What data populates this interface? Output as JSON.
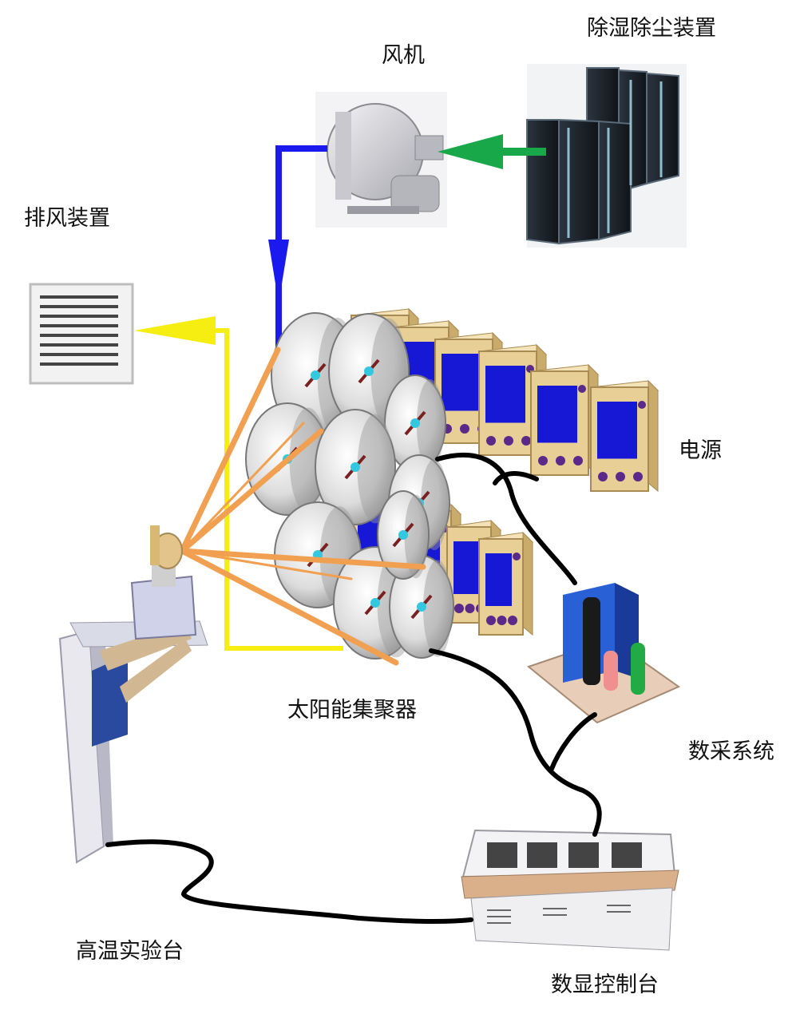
{
  "labels": {
    "dehumidifier": "除湿除尘装置",
    "fan": "风机",
    "exhaust": "排风装置",
    "power": "电源",
    "concentrator": "太阳能集聚器",
    "daq": "数采系统",
    "test_bench": "高温实验台",
    "console": "数显控制台"
  },
  "colors": {
    "supply_duct": "#1a1aee",
    "intake_duct": "#18a84a",
    "exhaust_duct": "#f5ee10",
    "light_beam": "#f0a050",
    "cable": "#000000",
    "power_cabinet": "#e8cf95",
    "cabinet_panel": "#1717d6",
    "dish": "#d9d9d9",
    "console_top": "#d9b08a"
  },
  "icons": [
    "fan-icon",
    "filter-unit-icon",
    "louver-vent-icon",
    "power-cabinet-icon",
    "parabolic-dish-icon",
    "daq-unit-icon",
    "test-bench-icon",
    "control-console-icon"
  ]
}
